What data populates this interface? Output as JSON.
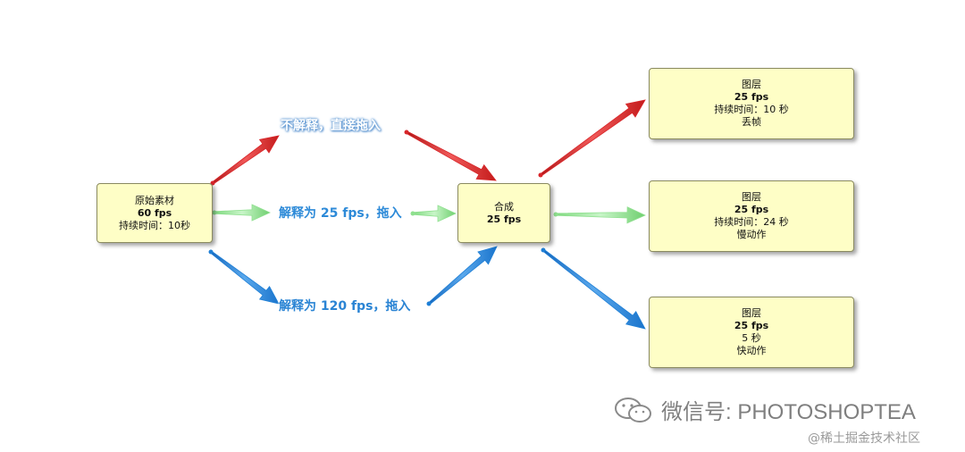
{
  "nodes": {
    "source": {
      "title": "原始素材",
      "rate": "60 fps",
      "duration": "持续时间：10秒"
    },
    "comp": {
      "title": "合成",
      "rate": "25 fps"
    },
    "layer1": {
      "title": "图层",
      "rate": "25 fps",
      "duration": "持续时间：10 秒",
      "note": "丢帧"
    },
    "layer2": {
      "title": "图层",
      "rate": "25 fps",
      "duration": "持续时间：24 秒",
      "note": "慢动作"
    },
    "layer3": {
      "title": "图层",
      "rate": "25 fps",
      "duration": "5 秒",
      "note": "快动作"
    }
  },
  "edges": {
    "red_label": "不解释，直接拖入",
    "green_label": "解释为 25 fps，拖入",
    "blue_label": "解释为 120 fps，拖入"
  },
  "colors": {
    "red": "#d8262a",
    "green": "#8fe08f",
    "blue": "#1e7fd6",
    "box_fill": "#fefec6"
  },
  "watermark": {
    "text": "微信号: PHOTOSHOPTEA",
    "icon": "wechat-logo-icon"
  },
  "credit": "@稀土掘金技术社区"
}
